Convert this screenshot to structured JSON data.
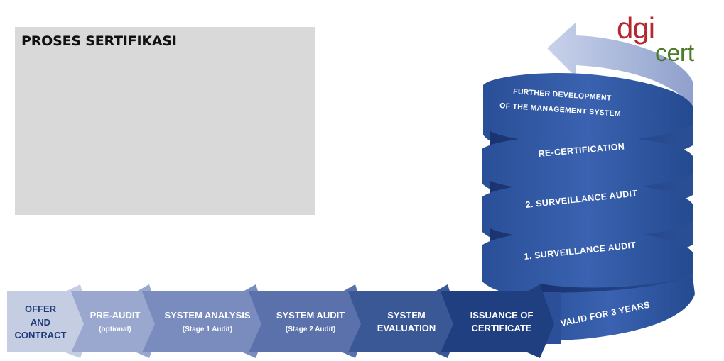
{
  "panel": {
    "title": "PROSES SERTIFIKASI"
  },
  "logo": {
    "part1": "dgi",
    "part2": "cert"
  },
  "steps": [
    {
      "line1": "OFFER",
      "line2": "AND",
      "line3": "CONTRACT"
    },
    {
      "line1": "PRE-AUDIT",
      "line2": "(optional)"
    },
    {
      "line1": "SYSTEM ANALYSIS",
      "line2": "(Stage 1 Audit)"
    },
    {
      "line1": "SYSTEM AUDIT",
      "line2": "(Stage 2 Audit)"
    },
    {
      "line1": "SYSTEM",
      "line2": "EVALUATION"
    },
    {
      "line1": "ISSUANCE OF",
      "line2": "CERTIFICATE"
    }
  ],
  "spiral": {
    "valid": "VALID FOR  3 YEARS",
    "surveillance1": "1. SURVEILLANCE AUDIT",
    "surveillance2": "2. SURVEILLANCE AUDIT",
    "recert": "RE-CERTIFICATION",
    "further1": "FURTHER DEVELOPMENT",
    "further2": "OF THE MANAGEMENT SYSTEM"
  },
  "colors": {
    "step1": "#c5cde3",
    "step2": "#9aa8cf",
    "step3": "#7a8bbd",
    "step4": "#5a71ab",
    "step5": "#3b5896",
    "step6": "#1f3f80",
    "spiral": "#2f55a0",
    "spiral_dark": "#1d3a78",
    "arrow_light": "#a9b6d8",
    "logo_red": "#b4282e",
    "logo_green": "#4e7a2c"
  }
}
